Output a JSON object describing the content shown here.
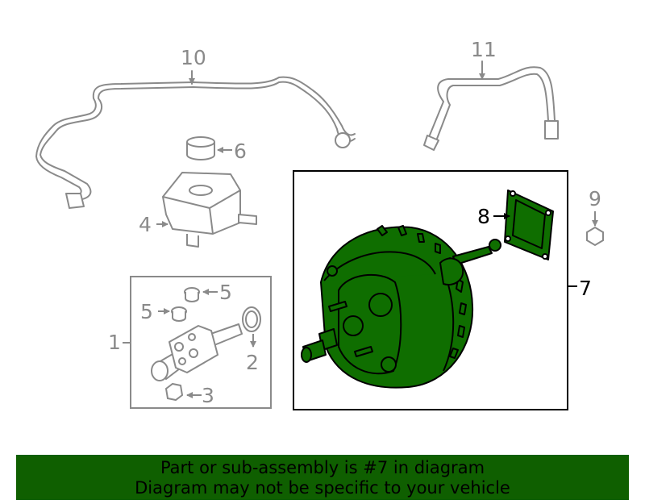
{
  "callouts": {
    "c1": "1",
    "c2": "2",
    "c3": "3",
    "c4": "4",
    "c5a": "5",
    "c5b": "5",
    "c6": "6",
    "c7": "7",
    "c8": "8",
    "c9": "9",
    "c10": "10",
    "c11": "11"
  },
  "banner": {
    "line1": "Part or sub-assembly is #7 in diagram",
    "line2": "Diagram may not be specific to your vehicle"
  },
  "colors": {
    "highlight": "#0f6e00",
    "banner_bg": "#0f5f00",
    "line_gray": "#8a8a8a"
  }
}
